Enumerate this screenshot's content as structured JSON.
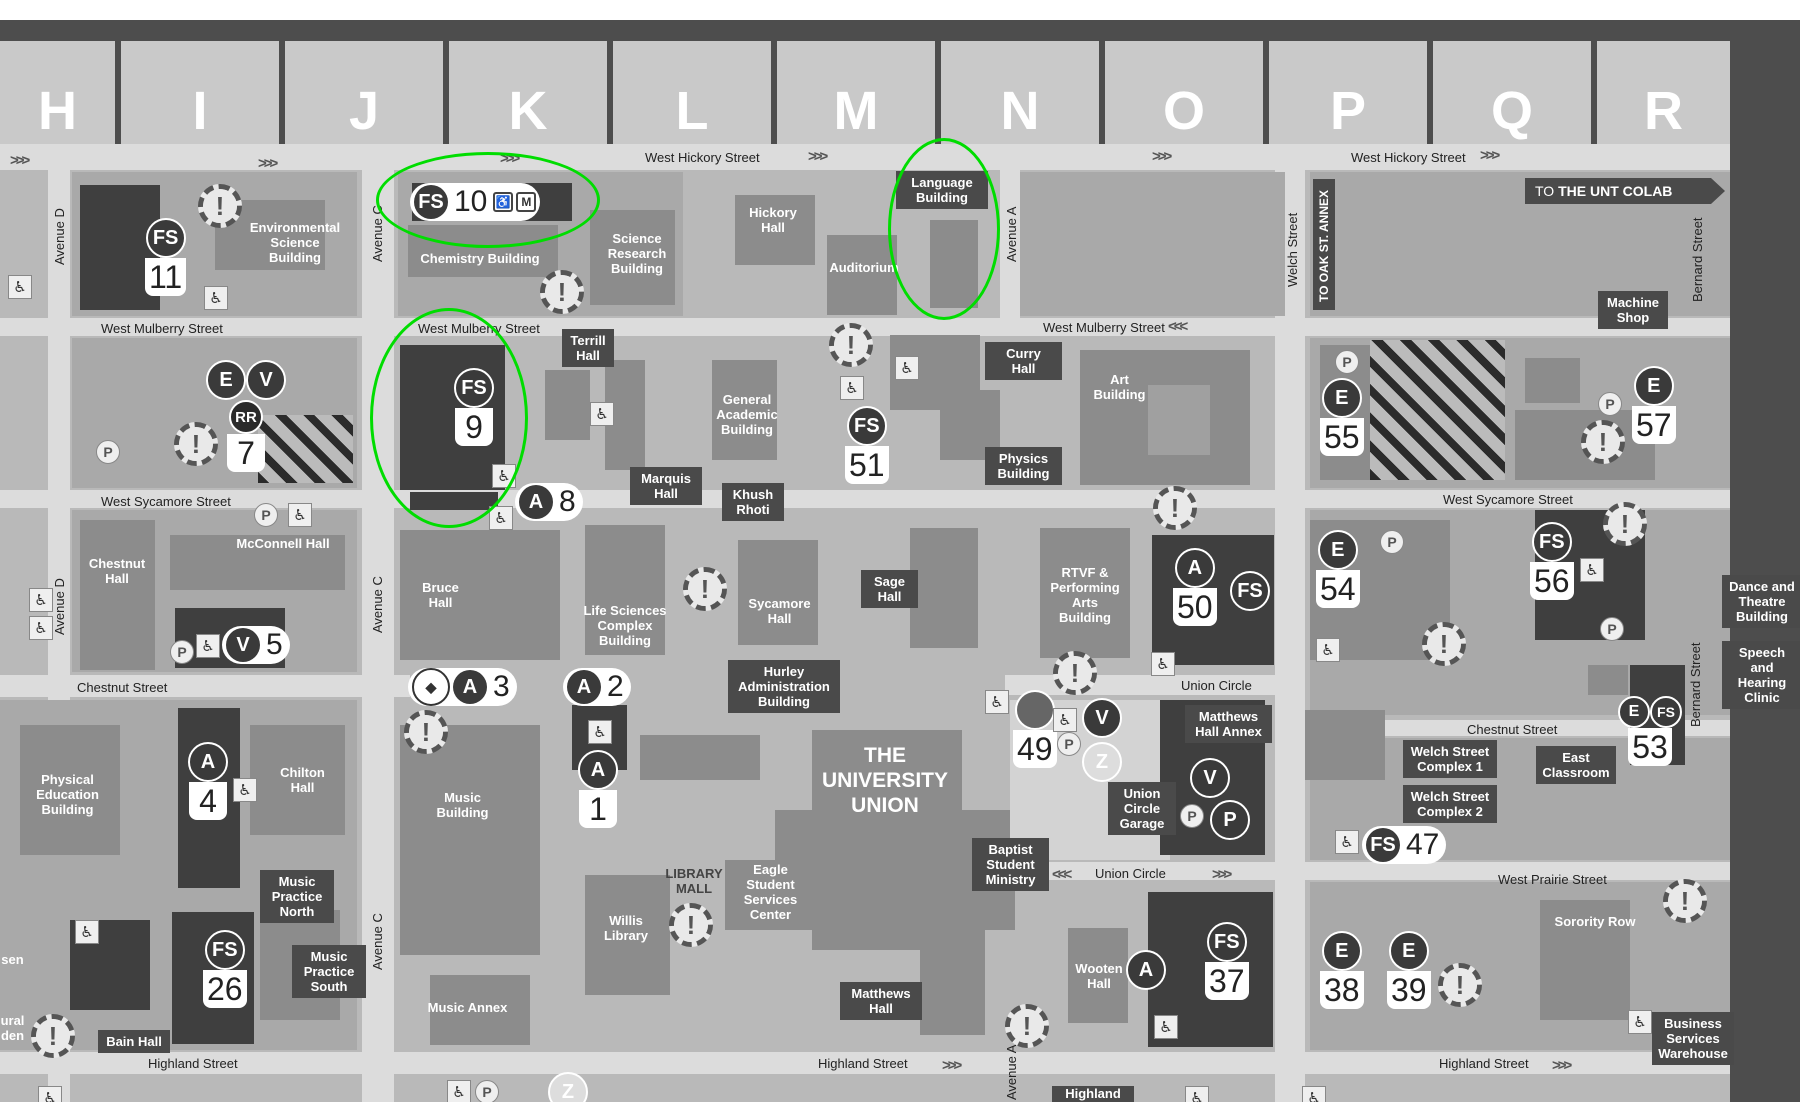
{
  "map": {
    "columns": [
      "H",
      "I",
      "J",
      "K",
      "L",
      "M",
      "N",
      "O",
      "P",
      "Q",
      "R"
    ],
    "streets": {
      "west_hickory_1": "West Hickory Street",
      "west_hickory_2": "West Hickory Street",
      "west_mulberry_1": "West Mulberry Street",
      "west_mulberry_2": "West Mulberry Street",
      "west_mulberry_3": "West Mulberry Street",
      "west_sycamore_1": "West Sycamore Street",
      "west_sycamore_2": "West Sycamore Street",
      "chestnut_1": "Chestnut Street",
      "chestnut_2": "Chestnut Street",
      "union_circle_1": "Union Circle",
      "union_circle_2": "Union Circle",
      "west_prairie": "West Prairie Street",
      "highland_1": "Highland Street",
      "highland_2": "Highland Street",
      "highland_3": "Highland Street",
      "avenue_d_1": "Avenue D",
      "avenue_d_2": "Avenue D",
      "avenue_c_1": "Avenue C",
      "avenue_c_2": "Avenue C",
      "avenue_c_3": "Avenue C",
      "avenue_a": "Avenue A",
      "avenue_a_2": "Avenue A",
      "welch": "Welch Street",
      "bernard_1": "Bernard Street",
      "bernard_2": "Bernard Street"
    },
    "signs": {
      "colab_prefix": "TO",
      "colab_name": "THE UNT COLAB",
      "oak": "TO OAK ST. ANNEX"
    },
    "buildings": {
      "env_science": "Environmental\nScience\nBuilding",
      "chemistry": "Chemistry Building",
      "science_research": "Science\nResearch\nBuilding",
      "hickory_hall": "Hickory\nHall",
      "language": "Language\nBuilding",
      "auditorium": "Auditorium",
      "terrill": "Terrill\nHall",
      "general_academic": "General\nAcademic\nBuilding",
      "marquis": "Marquis\nHall",
      "khush_rhoti": "Khush\nRhoti",
      "curry": "Curry\nHall",
      "physics": "Physics\nBuilding",
      "art": "Art\nBuilding",
      "machine_shop": "Machine\nShop",
      "chestnut_hall": "Chestnut\nHall",
      "mcconnell": "McConnell Hall",
      "bruce": "Bruce\nHall",
      "life_sciences": "Life Sciences\nComplex\nBuilding",
      "sycamore": "Sycamore\nHall",
      "sage": "Sage\nHall",
      "rtvf": "RTVF &\nPerforming\nArts\nBuilding",
      "dance": "Dance and\nTheatre\nBuilding",
      "speech": "Speech and\nHearing\nClinic",
      "physical_ed": "Physical\nEducation\nBuilding",
      "chilton": "Chilton\nHall",
      "music_building": "Music\nBuilding",
      "hurley": "Hurley\nAdministration\nBuilding",
      "union": "THE\nUNIVERSITY\nUNION",
      "matthews_annex": "Matthews\nHall Annex",
      "union_garage": "Union\nCircle\nGarage",
      "welch_1": "Welch Street\nComplex 1",
      "welch_2": "Welch Street\nComplex 2",
      "east_classroom": "East\nClassroom",
      "music_practice_north": "Music\nPractice\nNorth",
      "music_practice_south": "Music\nPractice\nSouth",
      "library_mall": "LIBRARY\nMALL",
      "eagle_student": "Eagle\nStudent\nServices\nCenter",
      "willis": "Willis\nLibrary",
      "baptist": "Baptist\nStudent\nMinistry",
      "matthews_hall": "Matthews\nHall",
      "wooten": "Wooten\nHall",
      "sorority": "Sorority Row",
      "business_services": "Business\nServices\nWarehouse",
      "music_annex": "Music Annex",
      "bain": "Bain Hall",
      "highland_cut": "Highland",
      "ural_cut": "ural\nden",
      "sen_cut": "sen"
    },
    "markers": {
      "fs10": {
        "code": "FS",
        "num": "10"
      },
      "fs11": {
        "code": "FS",
        "num": "11"
      },
      "fs9": {
        "code": "FS",
        "num": "9"
      },
      "e_v_7": {
        "e": "E",
        "v": "V",
        "rr": "RR",
        "num": "7"
      },
      "a8": {
        "code": "A",
        "num": "8"
      },
      "fs51": {
        "code": "FS",
        "num": "51"
      },
      "e55": {
        "code": "E",
        "num": "55"
      },
      "e57": {
        "code": "E",
        "num": "57"
      },
      "v5": {
        "code": "V",
        "num": "5"
      },
      "a3": {
        "code": "A",
        "num": "3"
      },
      "a2": {
        "code": "A",
        "num": "2"
      },
      "a1": {
        "code": "A",
        "num": "1"
      },
      "a50": {
        "code": "A",
        "num": "50",
        "fs": "FS"
      },
      "e54": {
        "code": "E",
        "num": "54"
      },
      "fs56": {
        "code": "FS",
        "num": "56"
      },
      "e53": {
        "code": "E",
        "fs": "FS",
        "num": "53"
      },
      "a4": {
        "code": "A",
        "num": "4"
      },
      "num49": {
        "num": "49",
        "v": "V",
        "z": "Z"
      },
      "v_p": {
        "v": "V",
        "p": "P"
      },
      "fs47": {
        "code": "FS",
        "num": "47"
      },
      "fs26": {
        "code": "FS",
        "num": "26"
      },
      "a_wooten": {
        "code": "A"
      },
      "fs37": {
        "code": "FS",
        "num": "37"
      },
      "e38": {
        "code": "E",
        "num": "38"
      },
      "e39": {
        "code": "E",
        "num": "39"
      },
      "z_bottom": {
        "code": "Z"
      }
    },
    "icons": {
      "alert": "!",
      "accessible": "♿",
      "parking": "P",
      "meter": "M"
    }
  }
}
